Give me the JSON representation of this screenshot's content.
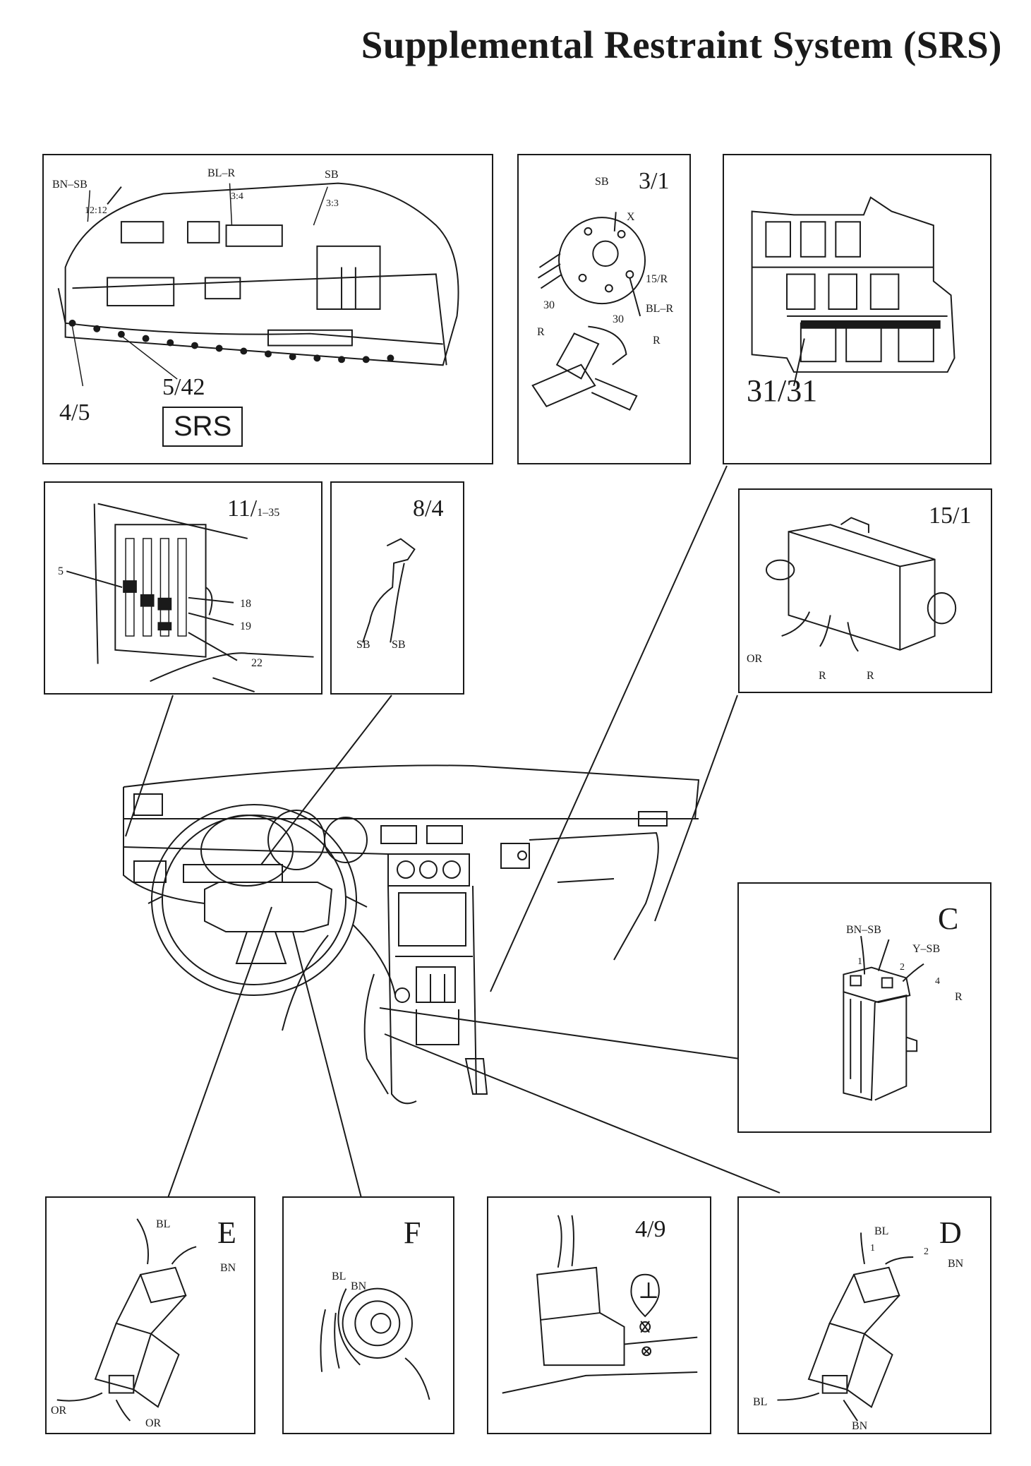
{
  "title": "Supplemental Restraint System (SRS)",
  "panels": {
    "instrument_cluster": {
      "wires": [
        "BN–SB",
        "BL–R",
        "SB"
      ],
      "pins": [
        "12:12",
        "3:4",
        "3:3"
      ],
      "connectors": [
        "4/5",
        "5/42"
      ],
      "tag": "SRS"
    },
    "ignition_switch": {
      "id": "3/1",
      "wires": [
        "SB",
        "X",
        "15/R",
        "BL–R",
        "30",
        "R",
        "30",
        "R"
      ]
    },
    "relay_board": {
      "id": "31/31"
    },
    "fuse_box": {
      "id": "11/",
      "id_sub": "1–35",
      "fuses": [
        "5",
        "18",
        "19",
        "22"
      ]
    },
    "steering_contact": {
      "id": "8/4",
      "wires": [
        "SB",
        "SB"
      ]
    },
    "srs_control_unit": {
      "id": "15/1",
      "wires": [
        "OR",
        "R",
        "R"
      ]
    },
    "connector_c": {
      "id": "C",
      "wires": [
        "BN–SB",
        "Y–SB",
        "R"
      ],
      "pins": [
        "1",
        "2",
        "4"
      ]
    },
    "connector_e": {
      "id": "E",
      "wires": [
        "BL",
        "BN",
        "OR",
        "OR"
      ]
    },
    "connector_f": {
      "id": "F",
      "wires": [
        "BL",
        "BN"
      ]
    },
    "ground_point": {
      "id": "4/9",
      "symbol": "⊥"
    },
    "connector_d": {
      "id": "D",
      "wires": [
        "BL",
        "BN",
        "BL",
        "BN"
      ],
      "pins": [
        "1",
        "2"
      ]
    }
  }
}
